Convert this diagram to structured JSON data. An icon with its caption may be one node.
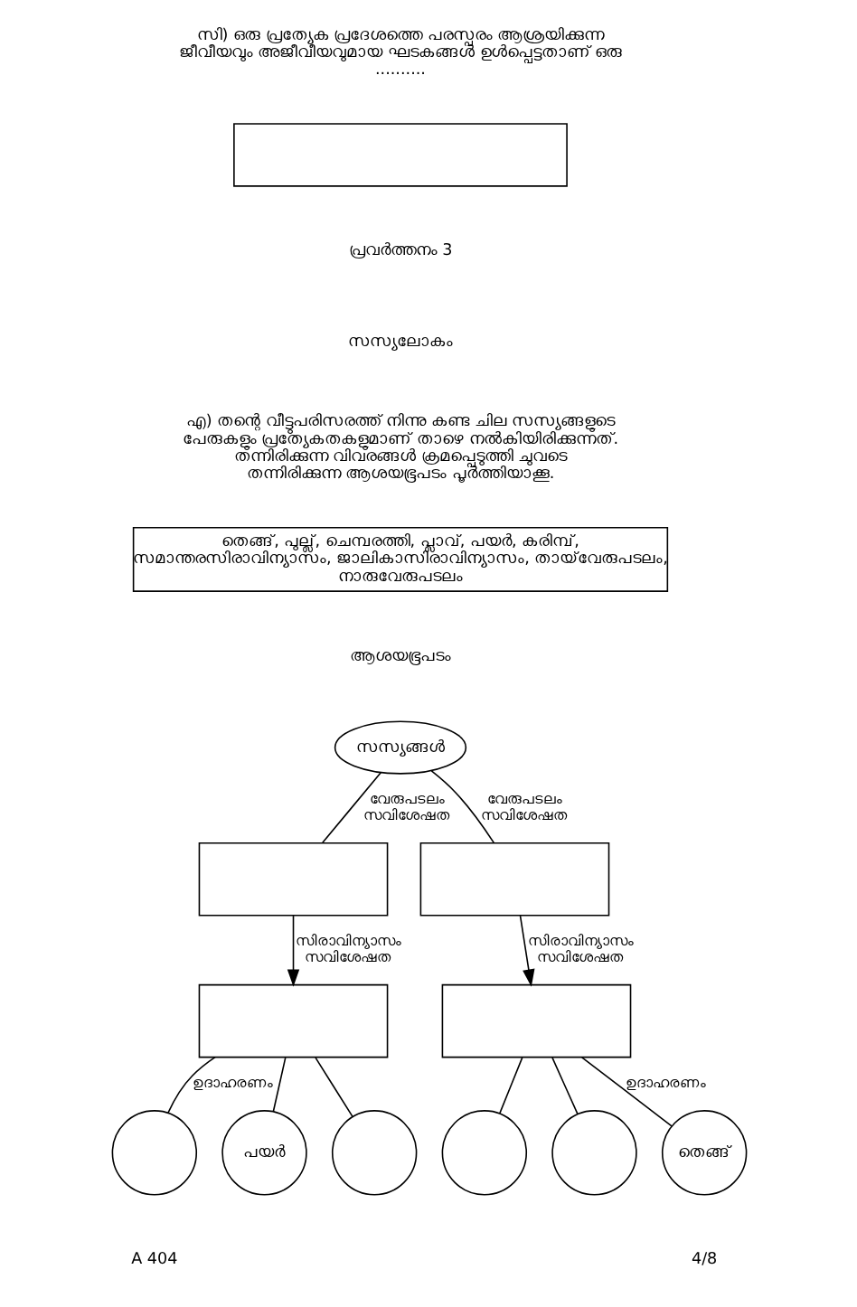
{
  "diagram": {
    "nodes": [
      {
        "text": [],
        "shape": "box"
      },
      {
        "text": [
          "തെങ്ങ്, പുല്ല്, ചെമ്പരത്തി, പ്ലാവ്, പയർ, കരിമ്പ്, സമാന്തരസിരാവിന്യാസം, ജാലികാസിരാവിന്യാസം, തായ്‌വേരുപടലം, നാരുവേരുപടലം"
        ]
      },
      {
        "text": [
          "സസ്യങ്ങൾ"
        ]
      },
      {
        "text": [],
        "shape": "box"
      },
      {
        "text": [],
        "shape": "box"
      },
      {
        "text": [],
        "shape": "box"
      },
      {
        "text": [],
        "shape": "box"
      },
      {
        "text": [],
        "shape": "circle"
      },
      {
        "text": [
          "പയർ"
        ]
      },
      {
        "text": [],
        "shape": "circle"
      },
      {
        "text": [],
        "shape": "circle"
      },
      {
        "text": [],
        "shape": "circle"
      },
      {
        "text": [
          "തെങ്ങ്"
        ]
      }
    ],
    "edges": [
      {
        "from": 2,
        "to": 3,
        "arrow": "none",
        "label": "വേരുപടലം സവിശേഷത"
      },
      {
        "from": 2,
        "to": 4,
        "arrow": "none",
        "label": "വേരുപടലം സവിശേഷത"
      },
      {
        "from": 3,
        "to": 5,
        "arrow": "to",
        "label": "സിരാവിന്യാസം സവിശേഷത"
      },
      {
        "from": 4,
        "to": 6,
        "arrow": "to",
        "label": "സിരാവിന്യാസം സവിശേഷത"
      },
      {
        "from": 5,
        "to": 7,
        "arrow": "none",
        "label": "ഉദാഹരണം"
      },
      {
        "from": 5,
        "to": 8,
        "arrow": "none"
      },
      {
        "from": 5,
        "to": 9,
        "arrow": "none"
      },
      {
        "from": 6,
        "to": 10,
        "arrow": "none"
      },
      {
        "from": 6,
        "to": 11,
        "arrow": "none"
      },
      {
        "from": 6,
        "to": 12,
        "arrow": "none",
        "label": "ഉദാഹരണം"
      }
    ],
    "labels": [
      "സി) ഒരു പ്രത്യേക പ്രദേശത്തെ പരസ്പരം ആശ്രയിക്കുന്ന ജീവീയവും അജീവീയവുമായ ഘടകങ്ങൾ ഉൾപ്പെട്ടതാണ് ഒരു ..........",
      "പ്രവർത്തനം 3",
      "സസ്യലോകം",
      "എ) തന്റെ വീട്ടുപരിസരത്ത് നിന്നു കണ്ട ചില സസ്യങ്ങളുടെ പേരുകളും പ്രത്യേകതകളുമാണ് താഴെ നൽകിയിരിക്കുന്നത്. തന്നിരിക്കുന്ന വിവരങ്ങൾ ക്രമപ്പെടുത്തി ചുവടെ തന്നിരിക്കുന്ന ആശയഭൂപടം പൂർത്തിയാക്കൂ.",
      "ആശയഭൂപടം",
      "A 404",
      "4/8"
    ]
  }
}
